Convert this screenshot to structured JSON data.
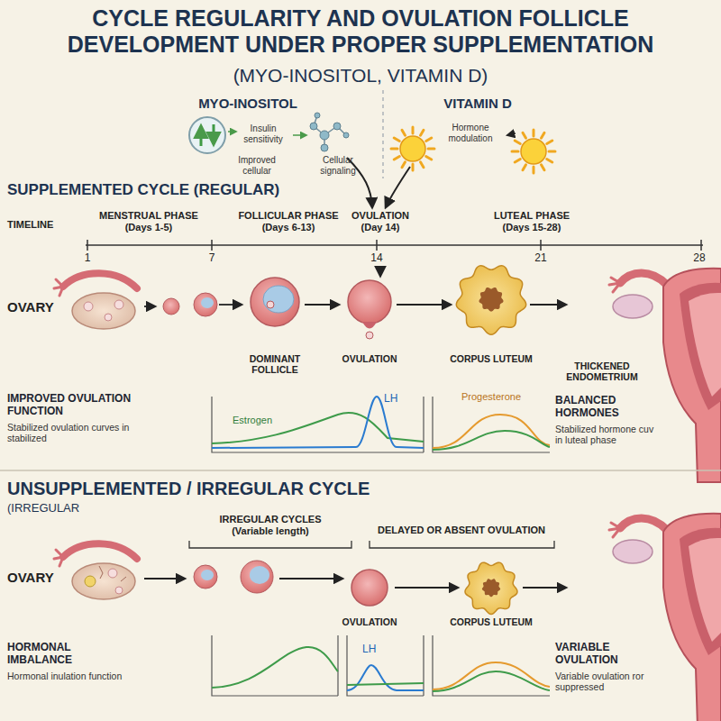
{
  "diagram": {
    "title": "CYCLE REGULARITY AND OVULATION FOLLICLE DEVELOPMENT UNDER PROPER SUPPLEMENTATION",
    "nodes": [
      {
        "text": [
          "Estrogen",
          "LH"
        ]
      },
      {
        "text": [
          "Progesterone"
        ]
      },
      {
        "text": [
          "LH"
        ]
      }
    ],
    "labels": [
      "(MYO-INOSITOL, VITAMIN D)",
      "MYO-INOSITOL",
      "Insulin sensitivity",
      "Improved cellular",
      "Cellular signaling",
      "VITAMIN D",
      "Hormone modulation",
      "SUPPLEMENTED CYCLE (REGULAR)",
      "TIMELINE",
      "MENSTRUAL PHASE (Days 1-5)",
      "FOLLICULAR PHASE (Days 6-13)",
      "OVULATION (Day 14)",
      "LUTEAL PHASE (Days 15-28)",
      "1",
      "7",
      "14",
      "21",
      "28",
      "OVARY",
      "DOMINANT FOLLICLE",
      "OVULATION",
      "CORPUS LUTEUM",
      "THICKENED ENDOMETRIUM",
      "IMPROVED OVULATION FUNCTION",
      "Stabilized ovulation curves in stabilized",
      "BALANCED HORMONES",
      "Stabilized hormone cuv in luteal phase",
      "UNSUPPLEMENTED / IRREGULAR CYCLE",
      "(IRREGULAR",
      "IRREGULAR CYCLES (Variable length)",
      "DELAYED OR ABSENT OVULATION",
      "OVARY",
      "OVULATION",
      "CORPUS LUTEUM",
      "HORMONAL IMBALANCE",
      "Hormonal inulation function",
      "VARIABLE OVULATION",
      "Variable ovulation ror suppressed"
    ]
  }
}
